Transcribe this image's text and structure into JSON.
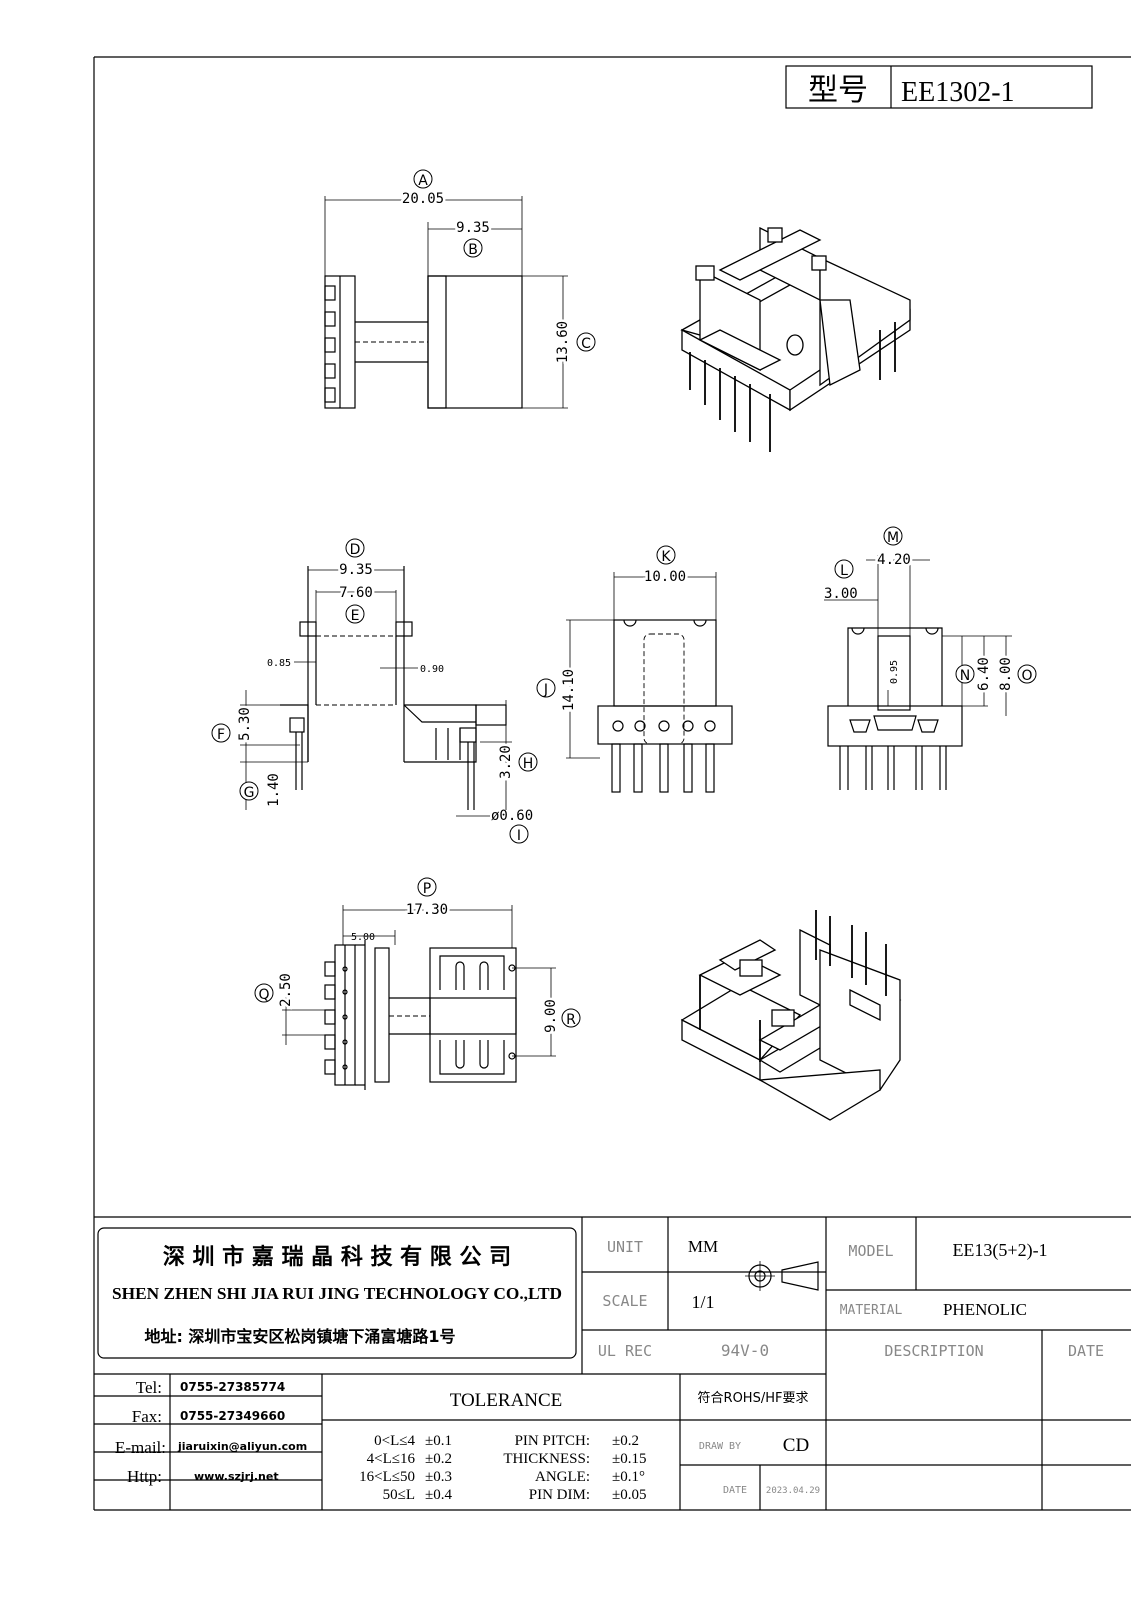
{
  "header": {
    "model_label": "型号",
    "model_value": "EE1302-1"
  },
  "top_view": {
    "A": {
      "letter": "A",
      "value": "20.05"
    },
    "B": {
      "letter": "B",
      "value": "9.35"
    },
    "C": {
      "letter": "C",
      "value": "13.60"
    }
  },
  "front_view": {
    "D": {
      "letter": "D",
      "value": "9.35"
    },
    "E": {
      "letter": "E",
      "value": "7.60"
    },
    "F": {
      "letter": "F",
      "value": "5.30"
    },
    "G": {
      "letter": "G",
      "value": "1.40"
    },
    "H": {
      "letter": "H",
      "value": "3.20"
    },
    "I": {
      "letter": "I",
      "value": "ø0.60"
    },
    "left_wall": "0.85",
    "right_wall": "0.90"
  },
  "side_view": {
    "K": {
      "letter": "K",
      "value": "10.00"
    },
    "J": {
      "letter": "J",
      "value": "14.10"
    }
  },
  "end_view": {
    "M": {
      "letter": "M",
      "value": "4.20"
    },
    "L": {
      "letter": "L",
      "value": "3.00"
    },
    "N": {
      "letter": "N",
      "value": "6.40"
    },
    "O": {
      "letter": "O",
      "value": "8.00"
    },
    "inner": "0.95"
  },
  "bottom_view": {
    "P": {
      "letter": "P",
      "value": "17.30"
    },
    "Q": {
      "letter": "Q",
      "value": "2.50"
    },
    "R": {
      "letter": "R",
      "value": "9.00"
    },
    "pin_offset": "5.00"
  },
  "title_block": {
    "company_cn": "深 圳 市 嘉 瑞 晶 科 技 有 限 公 司",
    "company_en": "SHEN ZHEN SHI  JIA RUI JING  TECHNOLOGY CO.,LTD",
    "address": "地址: 深圳市宝安区松岗镇塘下涌富塘路1号",
    "unit_label": "UNIT",
    "unit_value": "MM",
    "scale_label": "SCALE",
    "scale_value": "1/1",
    "ul_label": "UL REC",
    "ul_value": "94V-0",
    "model_label": "MODEL",
    "model_value": "EE13(5+2)-1",
    "material_label": "MATERIAL",
    "material_value": "PHENOLIC",
    "description_label": "DESCRIPTION",
    "date_label": "DATE",
    "tel_label": "Tel:",
    "tel_value": "0755-27385774",
    "fax_label": "Fax:",
    "fax_value": "0755-27349660",
    "email_label": "E-mail:",
    "email_value": "jiaruixin@aliyun.com",
    "http_label": "Http:",
    "http_value": "www.szjrj.net",
    "tolerance_title": "TOLERANCE",
    "tol_ranges": [
      "0<L≤4",
      "4<L≤16",
      "16<L≤50",
      "50≤L"
    ],
    "tol_values": [
      "±0.1",
      "±0.2",
      "±0.3",
      "±0.4"
    ],
    "spec_labels": [
      "PIN PITCH:",
      "THICKNESS:",
      "ANGLE:",
      "PIN DIM:"
    ],
    "spec_values": [
      "±0.2",
      "±0.15",
      "±0.1°",
      "±0.05"
    ],
    "rohs": "符合ROHS/HF要求",
    "drawn_label": "DRAW BY",
    "drawn_value": "CD",
    "date_row_label": "DATE",
    "date_value": "2023.04.29"
  }
}
